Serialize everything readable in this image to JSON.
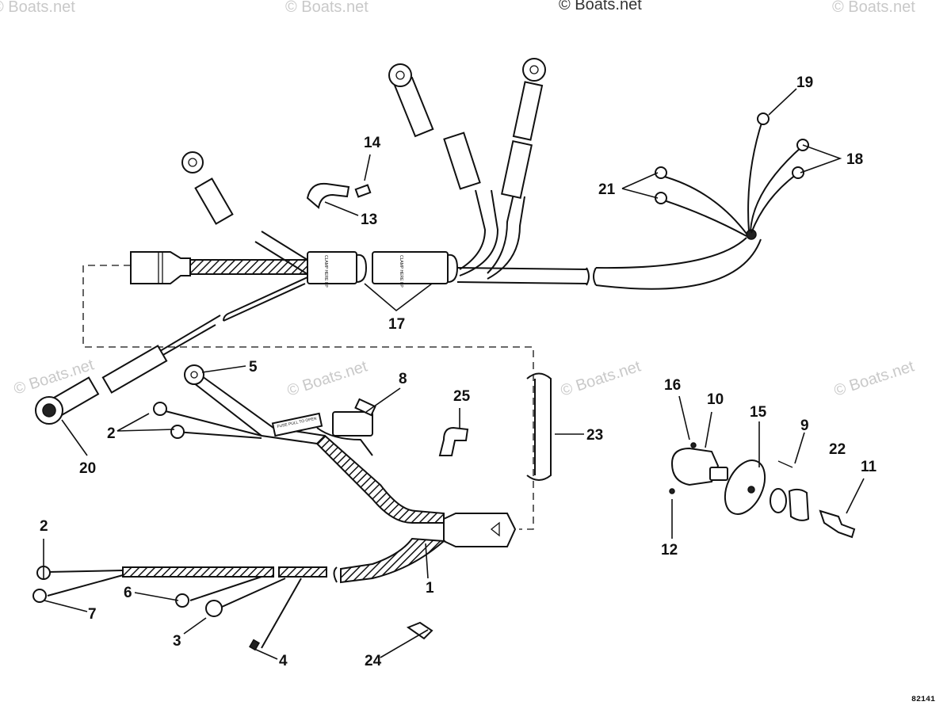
{
  "watermark": "© Boats.net",
  "drawing_code": "82141",
  "labels": {
    "clamp_here_up": "CLAMP HERE UP",
    "fuse_pull_to_open": "FUSE PULL TO OPEN"
  },
  "callouts": {
    "c1": "1",
    "c2a": "2",
    "c2b": "2",
    "c3": "3",
    "c4": "4",
    "c5": "5",
    "c6": "6",
    "c7": "7",
    "c8": "8",
    "c9": "9",
    "c10": "10",
    "c11": "11",
    "c12": "12",
    "c13": "13",
    "c14": "14",
    "c15": "15",
    "c16": "16",
    "c17": "17",
    "c18": "18",
    "c19": "19",
    "c20": "20",
    "c21": "21",
    "c22": "22",
    "c23": "23",
    "c24": "24",
    "c25": "25"
  }
}
